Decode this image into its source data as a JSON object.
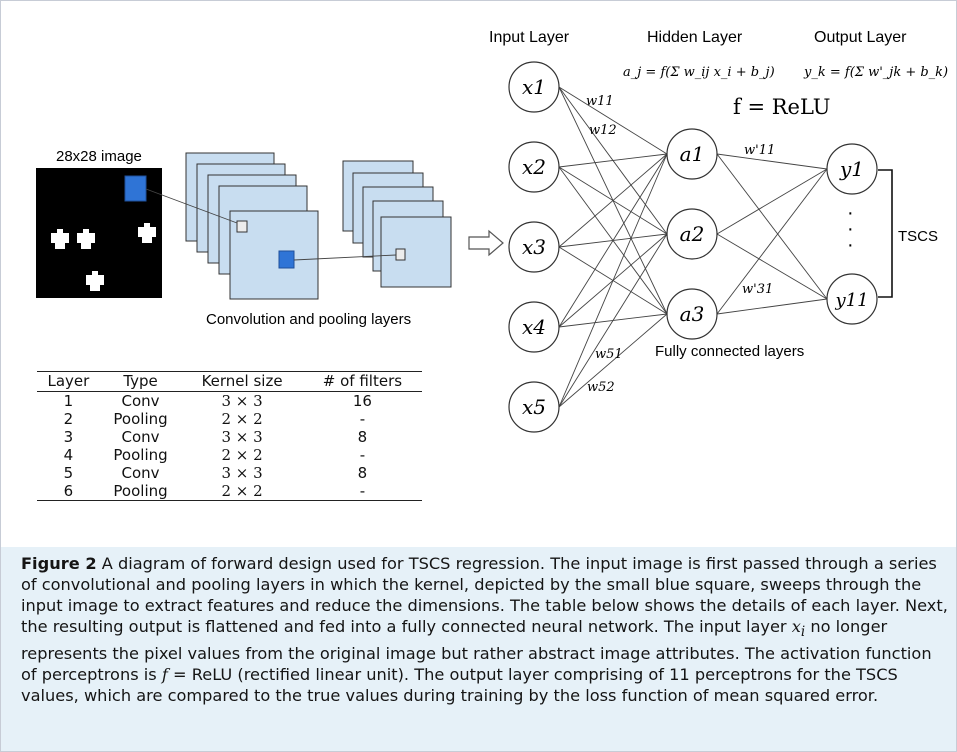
{
  "image_panel": {
    "title": "28x28 image"
  },
  "conv_caption": "Convolution and pooling layers",
  "network": {
    "layer_titles": [
      "Input Layer",
      "Hidden Layer",
      "Output Layer"
    ],
    "hidden_formula": "a_j = f(Σ w_ij x_i + b_j)",
    "output_formula": "y_k = f(Σ w'_jk + b_k)",
    "activation": "f = ReLU",
    "input_nodes": [
      "x1",
      "x2",
      "x3",
      "x4",
      "x5"
    ],
    "hidden_nodes": [
      "a1",
      "a2",
      "a3"
    ],
    "output_nodes": [
      "y1",
      "y11"
    ],
    "weight_labels": [
      "w11",
      "w12",
      "w51",
      "w52",
      "w'11",
      "w'31"
    ],
    "fc_caption": "Fully connected layers",
    "bracket_label": "TSCS",
    "dots": [
      "·",
      "·",
      "·"
    ]
  },
  "table": {
    "headers": [
      "Layer",
      "Type",
      "Kernel size",
      "# of filters"
    ],
    "rows": [
      [
        "1",
        "Conv",
        "3 × 3",
        "16"
      ],
      [
        "2",
        "Pooling",
        "2 × 2",
        "-"
      ],
      [
        "3",
        "Conv",
        "3 × 3",
        "8"
      ],
      [
        "4",
        "Pooling",
        "2 × 2",
        "-"
      ],
      [
        "5",
        "Conv",
        "3 × 3",
        "8"
      ],
      [
        "6",
        "Pooling",
        "2 × 2",
        "-"
      ]
    ]
  },
  "caption": {
    "label": "Figure 2",
    "part1": " A diagram of forward design used for TSCS regression. The input image is first passed through a series of convolutional and pooling layers in which the kernel, depicted by the small blue square, sweeps through the input image to extract features and reduce the dimensions. The table below shows the details of each layer. Next, the resulting output is flattened and fed into a fully connected neural network. The input layer ",
    "math_xi": "x",
    "math_xi_sub": "i",
    "part2": " no longer represents the pixel values from the original image but rather abstract image attributes. The activation function of perceptrons is ",
    "math_f": "f",
    "part3": " = ReLU (rectified linear unit). The output layer comprising of 11 perceptrons for the TSCS values, which are compared to the true values during training by the loss function of mean squared error."
  },
  "colors": {
    "kernel_blue": "#2f74d6",
    "feature_map": "#c8ddf0",
    "caption_background": "#e6f1f8"
  }
}
